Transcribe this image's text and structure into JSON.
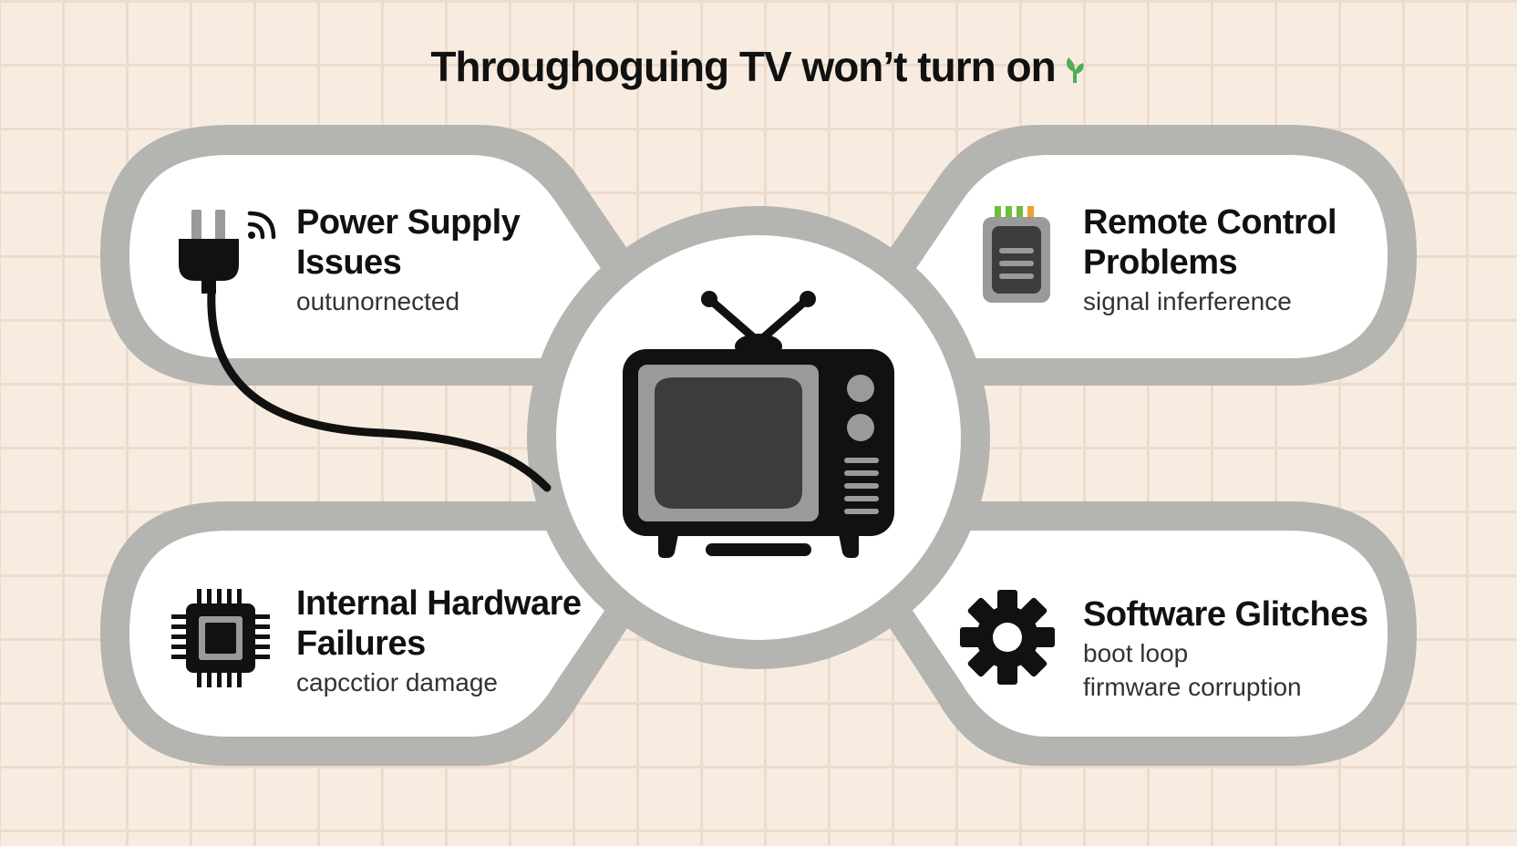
{
  "title": {
    "text": "Throughoguing TV won’t turn on",
    "sprout_icon": "sprout-icon",
    "sprout_color": "#4caf50"
  },
  "center": {
    "icon": "retro-tv-icon"
  },
  "cards": {
    "power": {
      "icon": "power-plug-icon",
      "title_line1": "Power Supply",
      "title_line2": "Issues",
      "detail1": "outunornected"
    },
    "remote": {
      "icon": "remote-control-icon",
      "title_line1": "Remote Control",
      "title_line2": "Problems",
      "detail1": "signal inferference"
    },
    "hardware": {
      "icon": "microchip-icon",
      "title_line1": "Internal Hardware",
      "title_line2": "Failures",
      "detail1": "capcctior damage"
    },
    "software": {
      "icon": "gear-icon",
      "title_line1": "Software Glitches",
      "detail1": "boot loop",
      "detail2": "firmware corruption"
    }
  },
  "colors": {
    "background": "#f8ece1",
    "frame_gray": "#b4b4b0",
    "card_fill": "#ffffff",
    "icon_dark": "#111111",
    "screen_gray": "#9a9a98",
    "remote_led_green": "#6dbf3a",
    "remote_led_orange": "#f0a030"
  }
}
